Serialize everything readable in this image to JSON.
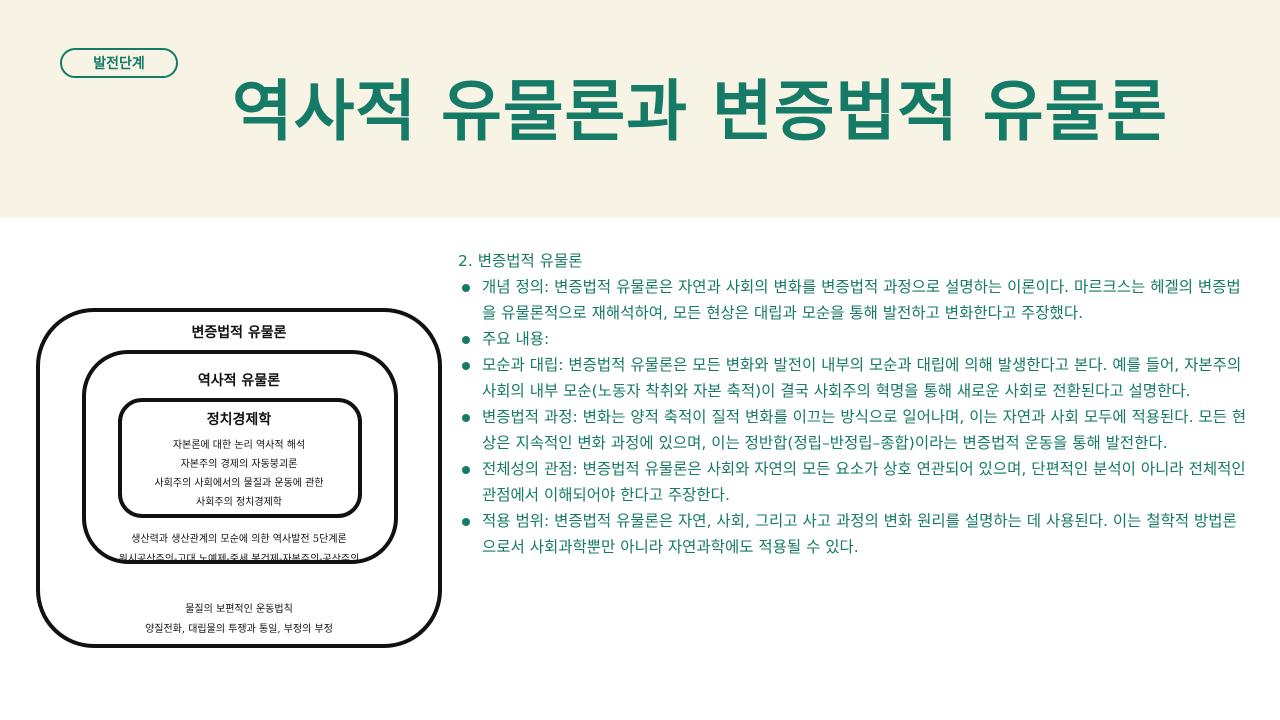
{
  "header": {
    "badge": "발전단계",
    "title": "역사적 유물론과 변증법적 유물론"
  },
  "diagram": {
    "outer_label": "변증법적 유물론",
    "middle_label": "역사적 유물론",
    "inner_label": "정치경제학",
    "inner_lines": [
      "자본론에 대한 논리 역사적 해석",
      "자본주의 경제의 자동붕괴론",
      "사회주의 사회에서의 물질과 운동에 관한",
      "사회주의 정치경제학"
    ],
    "middle_lines": [
      "생산력과 생산관계의 모순에 의한 역사발전 5단계론",
      "원시공산주의-고대 노예제-중세 봉건제-자본주의-공산주의"
    ],
    "outer_lines": [
      "물질의 보편적인 운동법칙",
      "양질전화, 대립물의 투쟁과 통일, 부정의 부정"
    ]
  },
  "content": {
    "section_title": "2. 변증법적 유물론",
    "bullets": [
      "개념 정의: 변증법적 유물론은 자연과 사회의 변화를 변증법적 과정으로 설명하는 이론이다. 마르크스는 헤겔의 변증법을 유물론적으로 재해석하여, 모든 현상은 대립과 모순을 통해 발전하고 변화한다고 주장했다.",
      "주요 내용:",
      "모순과 대립: 변증법적 유물론은 모든 변화와 발전이 내부의 모순과 대립에 의해 발생한다고 본다. 예를 들어, 자본주의 사회의 내부 모순(노동자 착취와 자본 축적)이 결국 사회주의 혁명을 통해 새로운 사회로 전환된다고 설명한다.",
      "변증법적 과정: 변화는 양적 축적이 질적 변화를 이끄는 방식으로 일어나며, 이는 자연과 사회 모두에 적용된다. 모든 현상은 지속적인 변화 과정에 있으며, 이는 정반합(정립–반정립–종합)이라는 변증법적 운동을 통해 발전한다.",
      "전체성의 관점: 변증법적 유물론은 사회와 자연의 모든 요소가 상호 연관되어 있으며, 단편적인 분석이 아니라 전체적인 관점에서 이해되어야 한다고 주장한다.",
      "적용 범위: 변증법적 유물론은 자연, 사회, 그리고 사고 과정의 변화 원리를 설명하는 데 사용된다. 이는 철학적 방법론으로서 사회과학뿐만 아니라 자연과학에도 적용될 수 있다."
    ]
  },
  "colors": {
    "accent": "#157a66",
    "header_bg": "#f7f4e6"
  }
}
